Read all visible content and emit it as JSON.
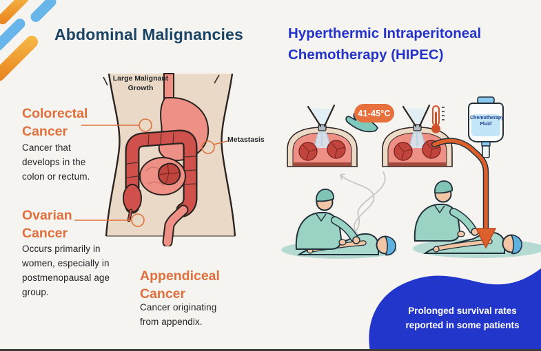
{
  "colors": {
    "background": "#f5f4f1",
    "left_title_navy": "#1a4463",
    "right_title_blue": "#2433c8",
    "heading_orange": "#e0703c",
    "body_text": "#232327",
    "badge_orange": "#e8703d",
    "outcome_blob_blue": "#2336cc",
    "tube_orange": "#dd5f2c",
    "scrub_teal": "#9ad2c4",
    "patient_cap_blue": "#5fb1e0",
    "torso_skin": "#ead9c6",
    "organ_pink": "#ef9086",
    "colon_red": "#d0514b",
    "tumor_red": "#c2453d",
    "iv_fluid_blue": "#c3e5f8"
  },
  "header": {
    "left_title": "Abdominal Malignancies",
    "right_title": "Hyperthermic Intraperitoneal\nChemotherapy (HIPEC)"
  },
  "anatomy": {
    "growth_label": "Large Malignant\nGrowth",
    "metastasis_label": "Metastasis",
    "sections": [
      {
        "heading": "Colorectal\nCancer",
        "body": "Cancer that\ndevelops in the\ncolon or rectum."
      },
      {
        "heading": "Ovarian\nCancer",
        "body": "Occurs primarily in\nwomen, especially in\npostmenopausal age\ngroup."
      },
      {
        "heading": "Appendiceal\nCancer",
        "body": "Cancer originating\nfrom appendix."
      }
    ]
  },
  "hipec": {
    "temperature_badge": "41-45°C",
    "iv_bag_label": "Chemotherapy\nFluid",
    "outcome_note": "Prolonged survival rates\nreported in some patients"
  }
}
